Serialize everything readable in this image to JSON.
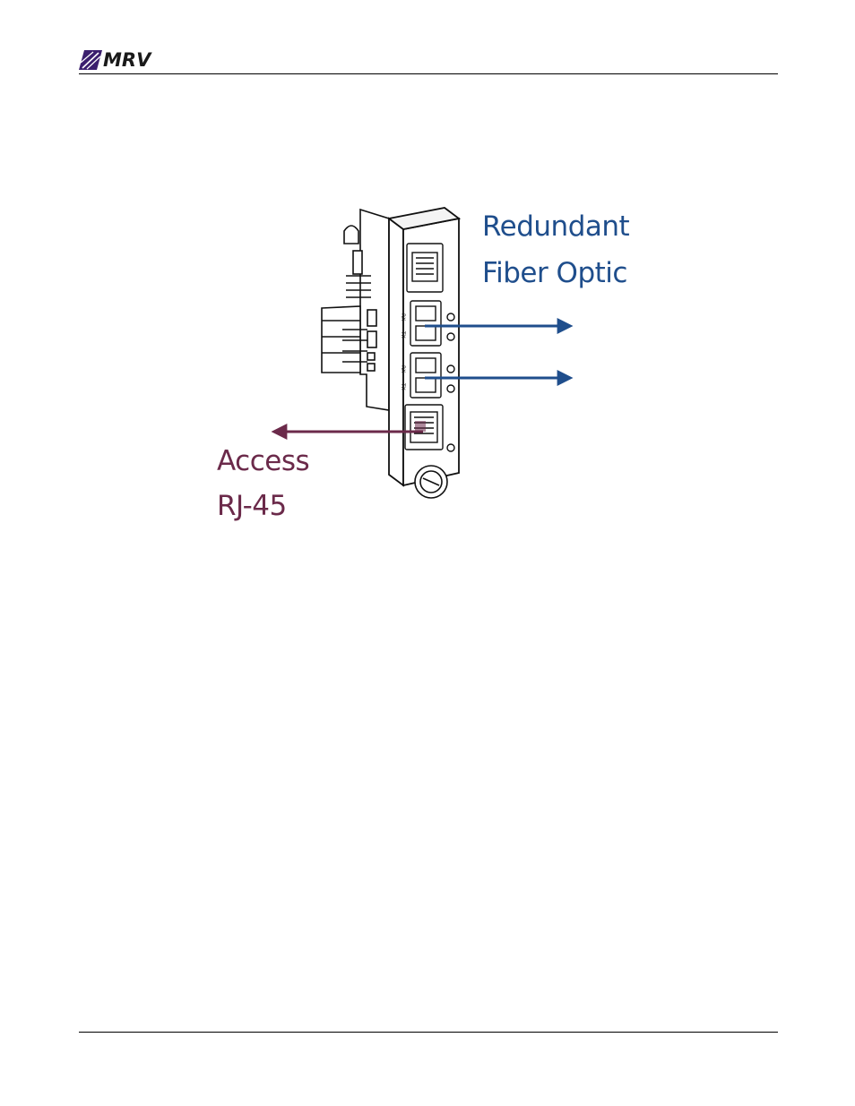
{
  "header": {
    "logo_text": "MRV"
  },
  "figure": {
    "labels": {
      "redundant_line1": "Redundant",
      "redundant_line2": "Fiber Optic",
      "access_line1": "Access",
      "access_line2": "RJ-45"
    },
    "port_labels": {
      "rx": "RX",
      "tx": "TX"
    },
    "colors": {
      "fiber_arrow": "#1f4e8c",
      "access_arrow": "#6b2a4a",
      "fiber_label": "#1f4e8c",
      "access_label": "#6b2a4a"
    }
  }
}
